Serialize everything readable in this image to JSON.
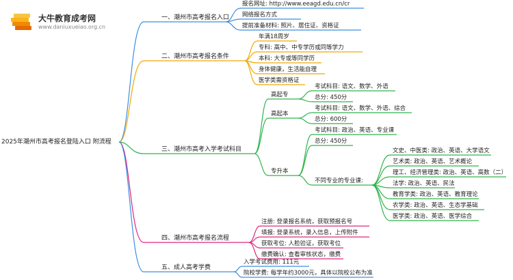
{
  "logo": {
    "title": "大牛教育成考网",
    "url": "www.daniuxueiao.org.cn",
    "icon": "book-stack-icon"
  },
  "root": "2025年潮州市高考报名登陆入口 附流程",
  "colors": {
    "branch1": "#3a8de0",
    "branch2": "#f0a800",
    "branch3": "#2db34a",
    "branch4": "#e0257f",
    "branch5": "#3a8de0"
  },
  "branches": [
    {
      "title": "一、潮州市高考报名入口",
      "items": [
        "报名网址: http://www.eeagd.edu.cn/cr",
        "网络报名方式",
        "提前准备材料: 照片、居住证、资格证"
      ]
    },
    {
      "title": "二、潮州市高考报名条件",
      "items": [
        "年满18周岁",
        "专科: 高中、中专学历或同等学力",
        "本科: 大专或等同学历",
        "身体健康，生活能自理",
        "医学类需资格证"
      ]
    },
    {
      "title": "三、潮州市高考入学考试科目",
      "groups": [
        {
          "name": "高起专",
          "items": [
            "考试科目: 语文、数学、外语",
            "总分: 450分"
          ]
        },
        {
          "name": "高起本",
          "items": [
            "考试科目: 语文、数学、外语、综合",
            "总分: 600分"
          ]
        },
        {
          "name": "专升本",
          "items": [
            "考试科目: 政治、英语、专业课",
            "总分: 450分"
          ],
          "sub": {
            "name": "不同专业的专业课:",
            "items": [
              "文史、中医类: 政治、英语、大学语文",
              "艺术类: 政治、英语、艺术概论",
              "理工、经济管理类: 政治、英语、高数（二）",
              "法学: 政治、英语、民法",
              "教育学类: 政治、英语、教育理论",
              "农学类: 政治、英语、生态学基础",
              "医学类: 政治、英语、医学综合"
            ]
          }
        }
      ]
    },
    {
      "title": "四、潮州市高考报名流程",
      "items": [
        "注册: 登录报名系统，获取预报名号",
        "填报: 登录系统，录入信息，上传附件",
        "获取考位: 人脸验证，获取考位",
        "缴费确认: 查看审核状态，缴费"
      ]
    },
    {
      "title": "五、成人高考学费",
      "items": [
        "入学考试费用: 111元",
        "院校学费: 每学年约3000元，具体以院校公布为准"
      ]
    }
  ]
}
